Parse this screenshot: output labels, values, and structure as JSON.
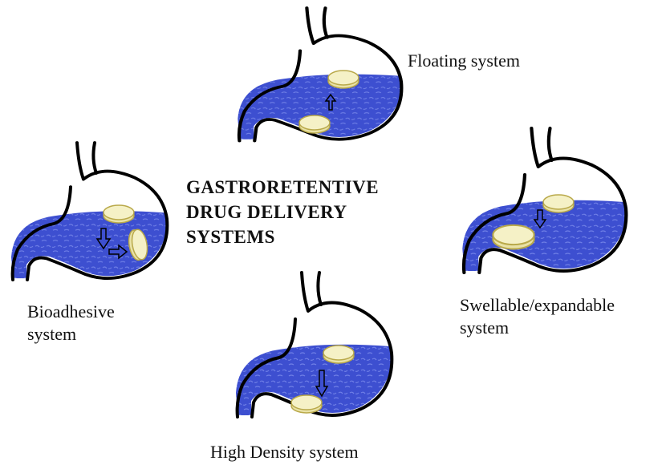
{
  "title": {
    "line1": "GASTRORETENTIVE",
    "line2": "DRUG DELIVERY",
    "line3": "SYSTEMS"
  },
  "systems": {
    "floating": {
      "label": "Floating system"
    },
    "bioadhesive": {
      "line1": "Bioadhesive",
      "line2": "system"
    },
    "swellable": {
      "line1": "Swellable/expandable",
      "line2": "system"
    },
    "high_density": {
      "label": "High Density system"
    }
  },
  "colors": {
    "gastric_fluid": "#3d4fd0",
    "fluid_speckle": "#6f7fe6",
    "outline": "#000000",
    "tablet_fill": "#f5f1c6",
    "tablet_edge": "#b9a94a"
  },
  "icons": [
    "stomach-icon",
    "tablet-icon",
    "arrow-icon"
  ]
}
